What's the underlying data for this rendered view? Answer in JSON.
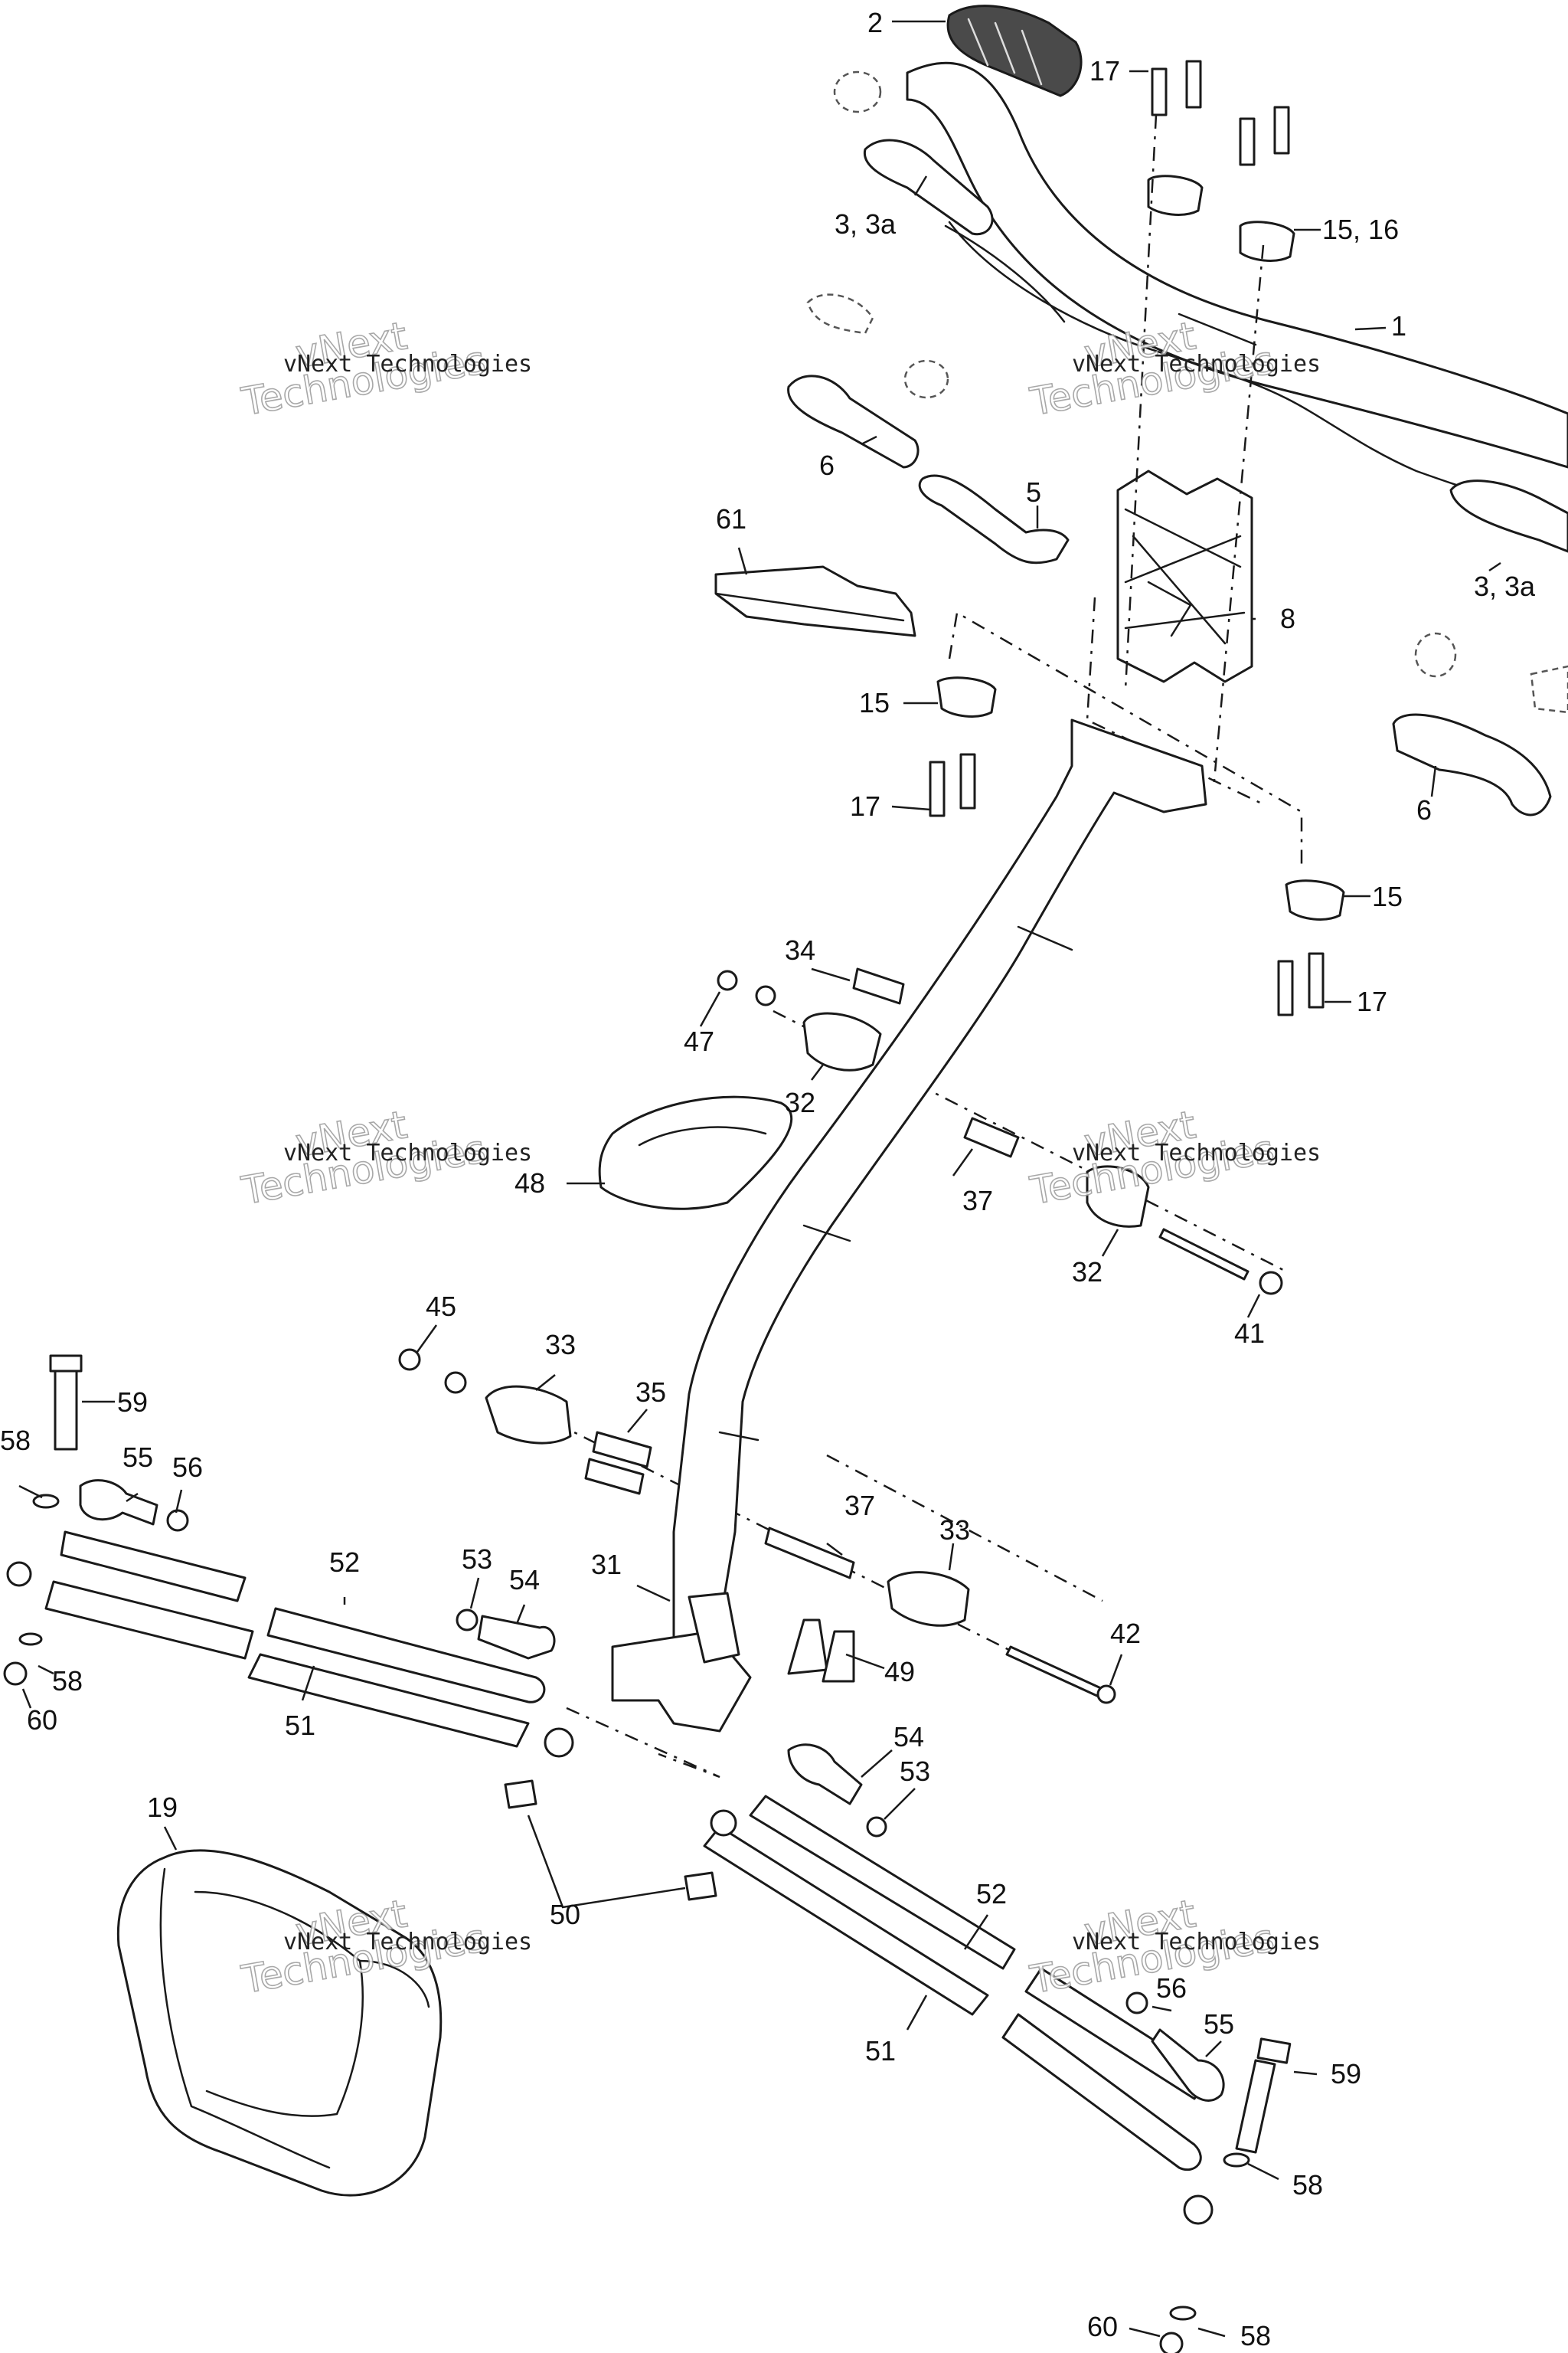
{
  "callouts": {
    "c1": "1",
    "c2": "2",
    "c3a": "3, 3a",
    "c3b": "3, 3a",
    "c5": "5",
    "c6a": "6",
    "c6b": "6",
    "c8": "8",
    "c15a": "15",
    "c15b": "15",
    "c15_16": "15, 16",
    "c17a": "17",
    "c17b": "17",
    "c17c": "17",
    "c19": "19",
    "c31": "31",
    "c32a": "32",
    "c32b": "32",
    "c33a": "33",
    "c33b": "33",
    "c34": "34",
    "c35": "35",
    "c37a": "37",
    "c37b": "37",
    "c41": "41",
    "c42": "42",
    "c45": "45",
    "c47": "47",
    "c48": "48",
    "c49": "49",
    "c50": "50",
    "c51a": "51",
    "c51b": "51",
    "c52a": "52",
    "c52b": "52",
    "c53a": "53",
    "c53b": "53",
    "c54a": "54",
    "c54b": "54",
    "c55a": "55",
    "c55b": "55",
    "c56a": "56",
    "c56b": "56",
    "c58a": "58",
    "c58b": "58",
    "c58c": "58",
    "c58d": "58",
    "c59a": "59",
    "c59b": "59",
    "c60a": "60",
    "c60b": "60",
    "c61": "61"
  },
  "watermark": {
    "line1": "vNext Technologies",
    "brand_top": "vNext",
    "brand_bottom": "Technologies"
  }
}
